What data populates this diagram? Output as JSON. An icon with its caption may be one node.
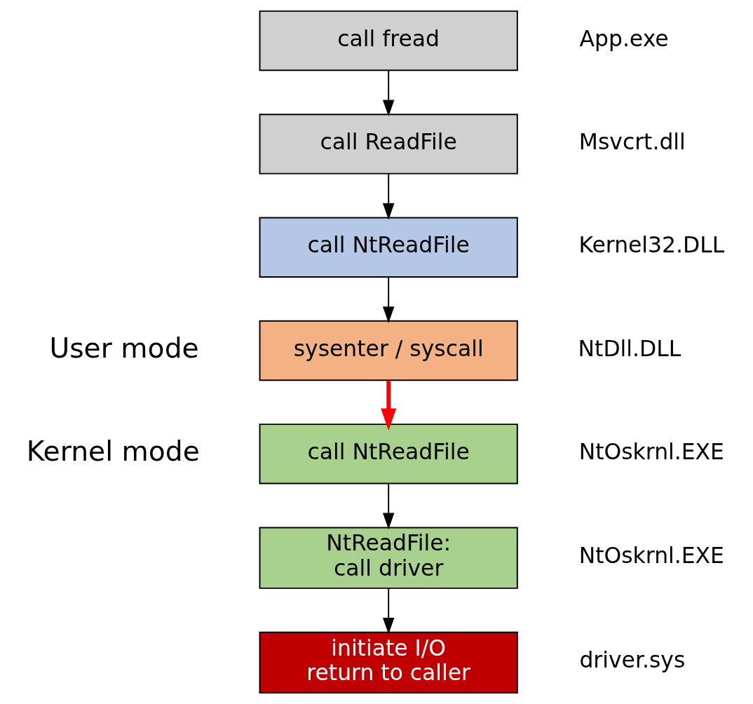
{
  "diagram": {
    "nodes": [
      {
        "text": [
          "call fread"
        ],
        "beside": [
          "App.exe"
        ]
      },
      {
        "text": [
          "call ReadFile"
        ],
        "beside": [
          "Msvcrt.dll"
        ]
      },
      {
        "text": [
          "call NtReadFile"
        ],
        "beside": [
          "Kernel32.DLL"
        ]
      },
      {
        "text": [
          "sysenter / syscall"
        ],
        "beside": [
          "NtDll.DLL"
        ]
      },
      {
        "text": [
          "call NtReadFile"
        ],
        "beside": [
          "NtOskrnl.EXE"
        ]
      },
      {
        "text": [
          "NtReadFile:",
          "call driver"
        ],
        "beside": [
          "NtOskrnl.EXE"
        ]
      },
      {
        "text": [
          "initiate I/O",
          "return to caller"
        ],
        "beside": [
          "driver.sys"
        ]
      }
    ],
    "edges": [
      {
        "from": 0,
        "to": 1,
        "arrow": "to"
      },
      {
        "from": 1,
        "to": 2,
        "arrow": "to"
      },
      {
        "from": 2,
        "to": 3,
        "arrow": "to"
      },
      {
        "from": 3,
        "to": 4,
        "arrow": "to",
        "style": "thick",
        "color": "#ff0000"
      },
      {
        "from": 4,
        "to": 5,
        "arrow": "to"
      },
      {
        "from": 5,
        "to": 6,
        "arrow": "to"
      }
    ],
    "labels": [
      "User mode",
      "Kernel mode"
    ]
  }
}
